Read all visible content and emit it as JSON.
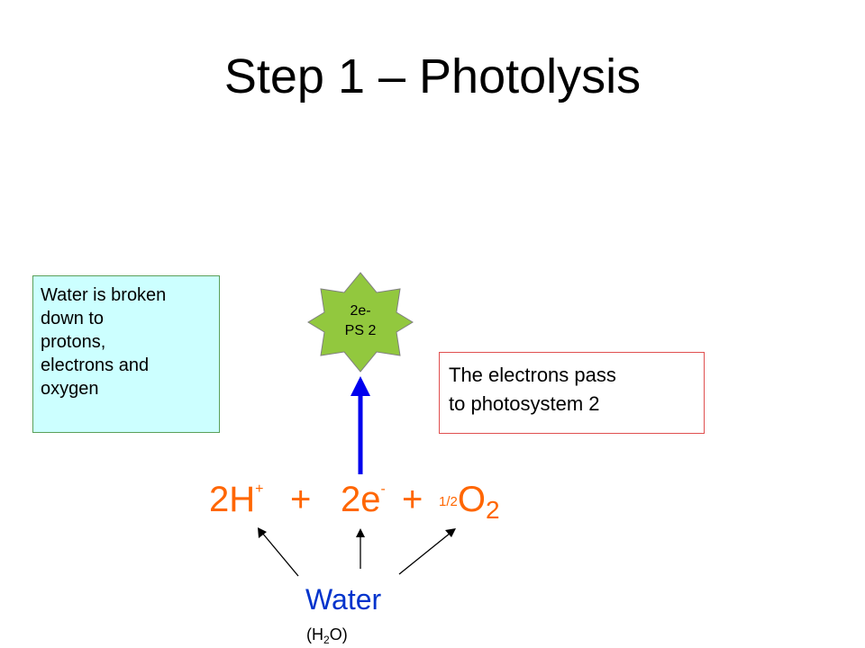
{
  "title": "Step 1 – Photolysis",
  "info_box": {
    "lines": [
      "Water is broken",
      "down to",
      "protons,",
      "electrons and",
      "oxygen"
    ]
  },
  "electron_box": {
    "lines": [
      "The electrons pass",
      "to photosystem 2"
    ]
  },
  "star": {
    "line1": "2e-",
    "line2": "PS 2",
    "fill": "#92c83e"
  },
  "equation": {
    "protons": "2H",
    "protons_charge": "+",
    "plus1": "+",
    "electrons": "2e",
    "electrons_charge": "-",
    "plus2": "+",
    "half": "1/2",
    "oxygen": "O",
    "oxygen_sub": "2",
    "color": "#ff6600"
  },
  "water": {
    "label": "Water",
    "formula_open": "(H",
    "formula_sub": "2",
    "formula_close": "O)",
    "color": "#0033cc"
  },
  "arrow_color": "#0000ee"
}
